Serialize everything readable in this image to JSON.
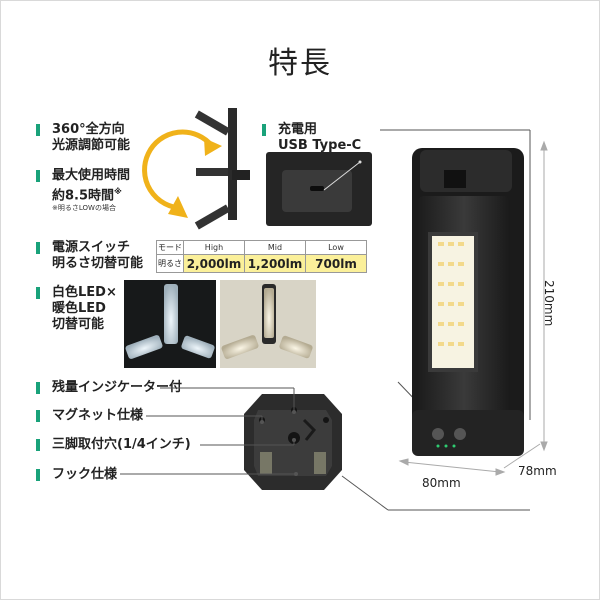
{
  "title": "特長",
  "features": [
    {
      "lines": [
        "360°全方向",
        "光源調節可能"
      ]
    },
    {
      "lines": [
        "最大使用時間",
        "約8.5時間"
      ],
      "mark": "※",
      "note": "※明るさLOWの場合"
    },
    {
      "lines": [
        "電源スイッチ",
        "明るさ切替可能"
      ]
    },
    {
      "lines": [
        "白色LED×",
        "暖色LED",
        "切替可能"
      ]
    },
    {
      "lines": [
        "残量インジケーター付"
      ]
    },
    {
      "lines": [
        "マグネット仕様"
      ]
    },
    {
      "lines": [
        "三脚取付穴(1/4インチ)"
      ]
    },
    {
      "lines": [
        "フック仕様"
      ]
    }
  ],
  "charging": {
    "lines": [
      "充電用",
      "USB Type-C"
    ]
  },
  "brightness_table": {
    "header_label": "モード",
    "row_label": "明るさ",
    "modes": [
      "High",
      "Mid",
      "Low"
    ],
    "values": [
      "2,000lm",
      "1,200lm",
      "700lm"
    ]
  },
  "dimensions": {
    "height": "210mm",
    "depth": "78mm",
    "width": "80mm"
  },
  "colors": {
    "accent": "#19a27a",
    "highlight": "#fbf09a",
    "arrow": "#f0b21a"
  }
}
